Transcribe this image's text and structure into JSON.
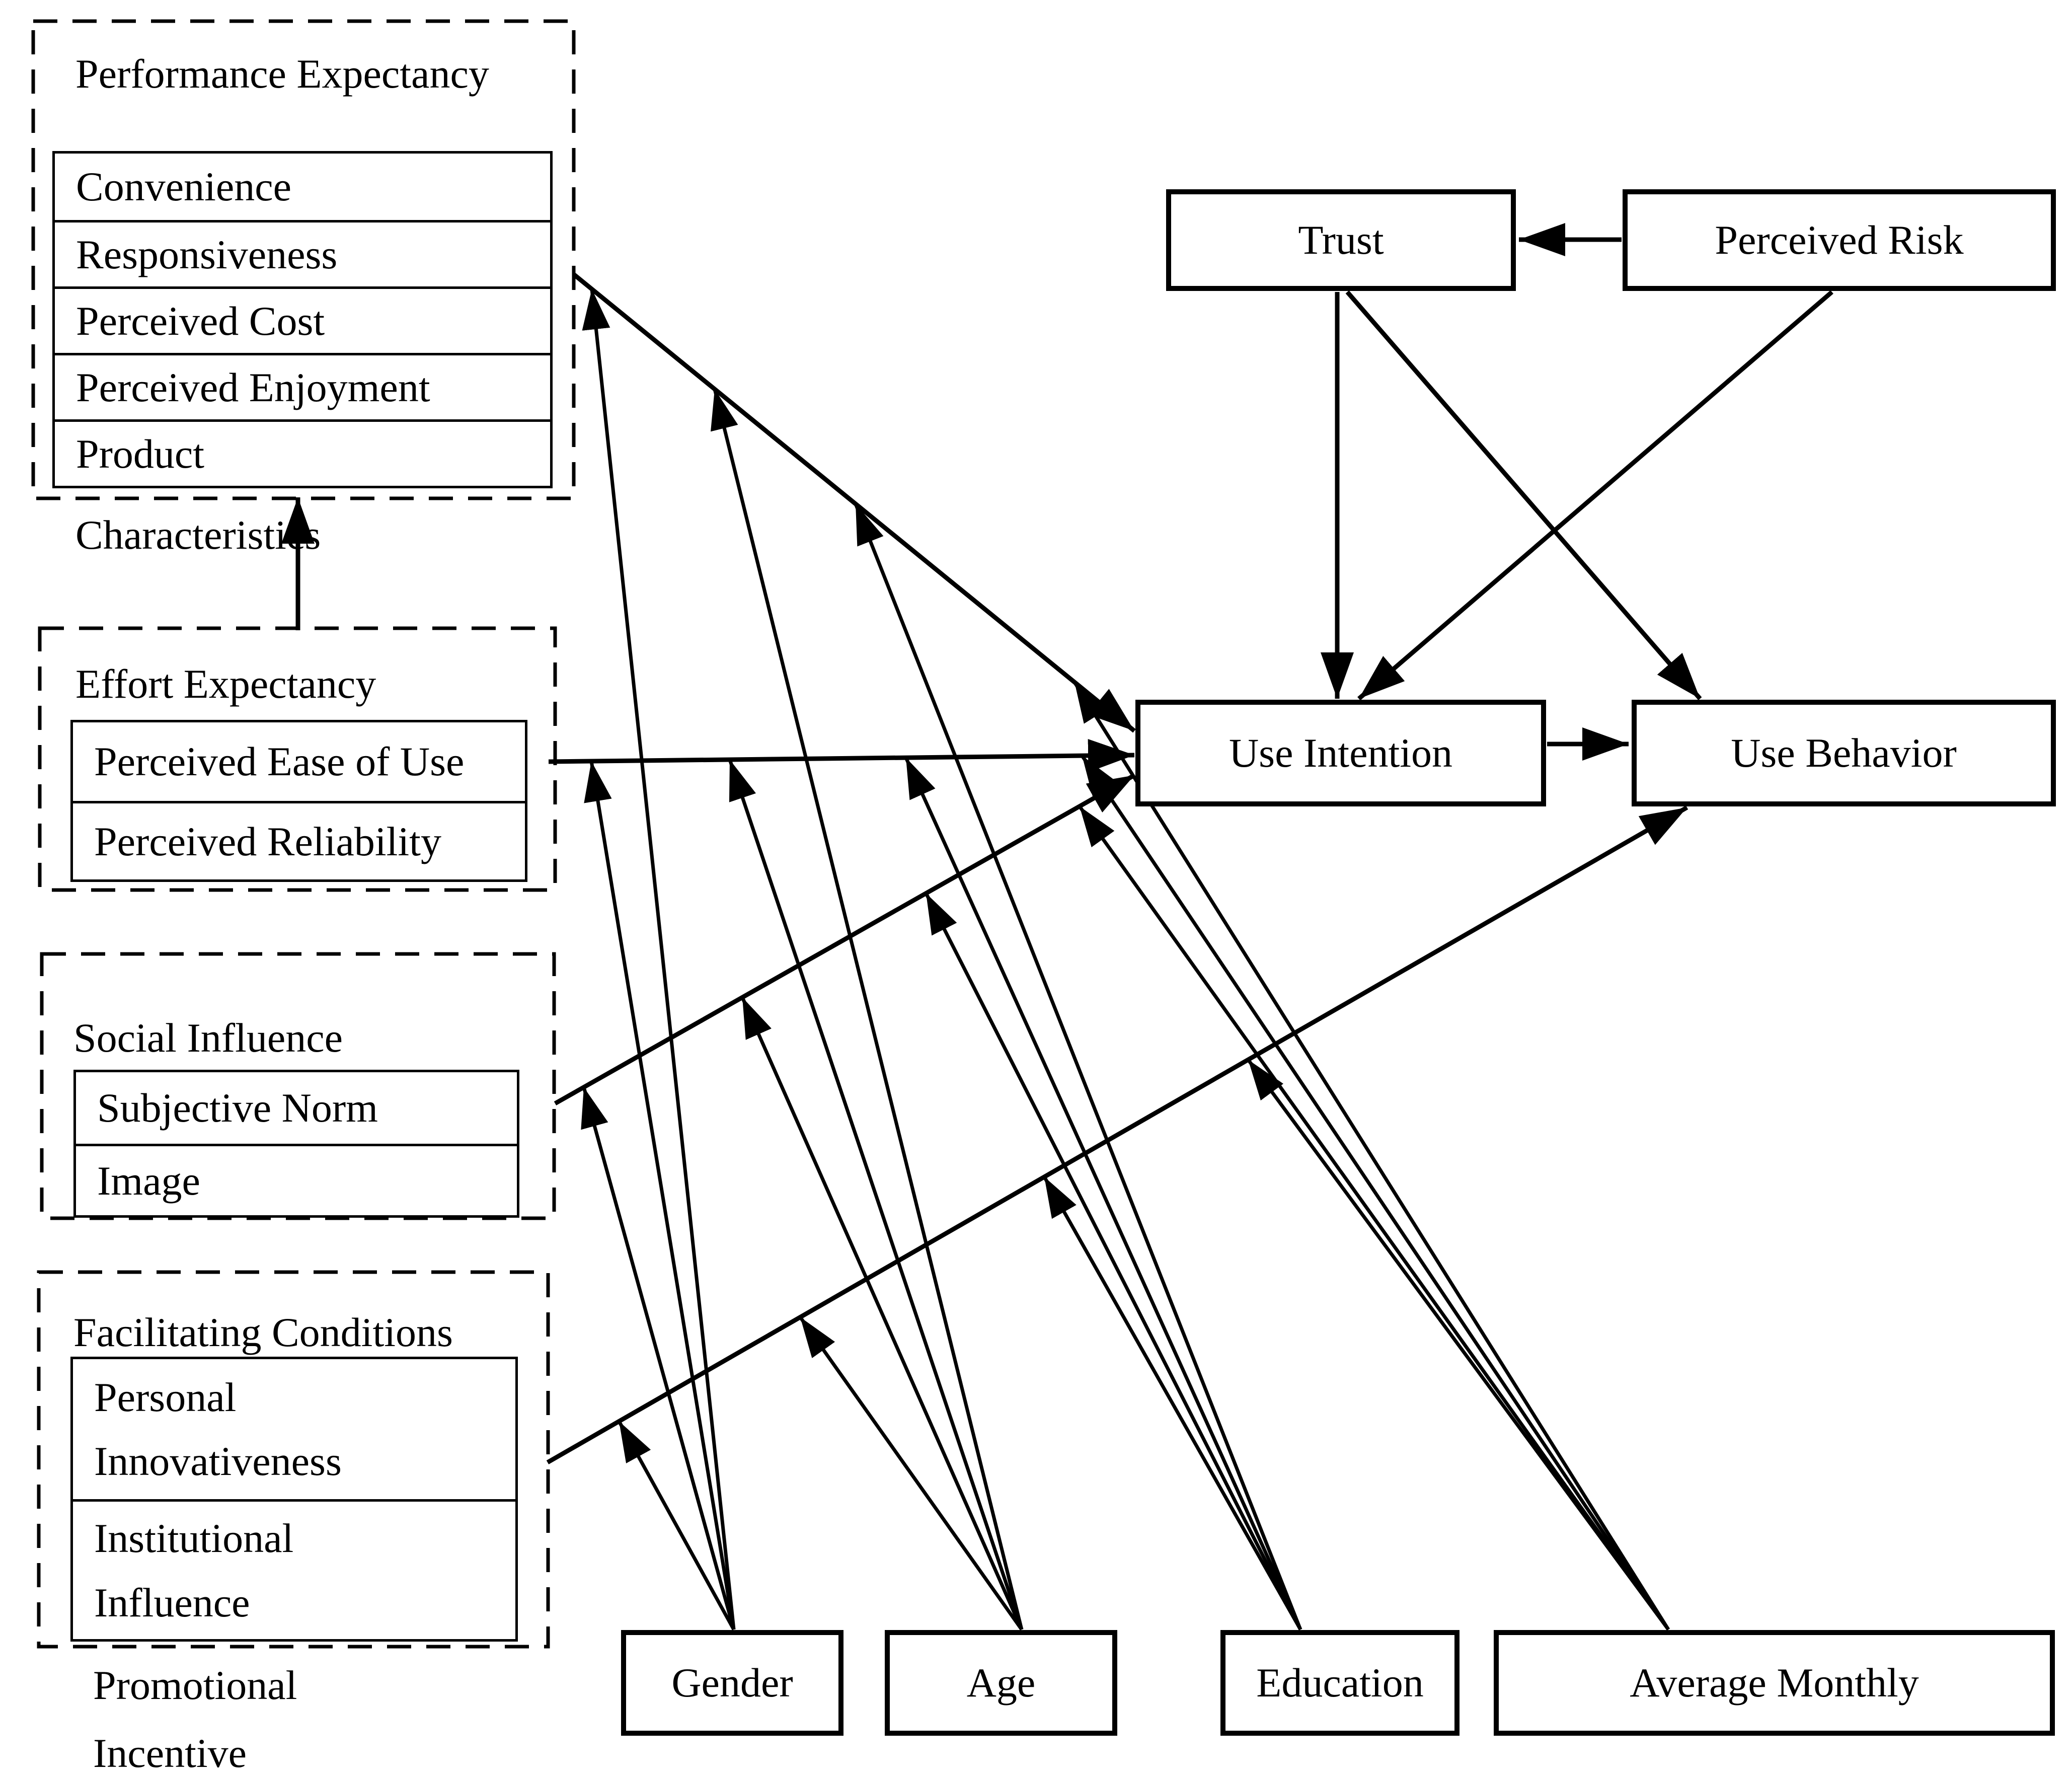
{
  "figure": {
    "background": "#ffffff",
    "line_color": "#000000",
    "groups": {
      "performance_expectancy": {
        "title": "Performance Expectancy",
        "items": [
          "Convenience",
          "Responsiveness",
          "Perceived Cost",
          "Perceived Enjoyment",
          "Product"
        ],
        "overflow_label": "Characteristics"
      },
      "effort_expectancy": {
        "title": "Effort Expectancy",
        "items": [
          "Perceived Ease of Use",
          "Perceived Reliability"
        ]
      },
      "social_influence": {
        "title": "Social Influence",
        "items": [
          "Subjective Norm",
          "Image"
        ]
      },
      "facilitating_conditions": {
        "title": "Facilitating Conditions",
        "items": [
          "Personal\nInnovativeness",
          "Institutional\nInfluence"
        ],
        "overflow_label": "Promotional\nIncentive"
      }
    },
    "boxes": {
      "trust": {
        "label": "Trust"
      },
      "perceived_risk": {
        "label": "Perceived Risk"
      },
      "use_intention": {
        "label": "Use Intention"
      },
      "use_behavior": {
        "label": "Use Behavior"
      },
      "gender": {
        "label": "Gender"
      },
      "age": {
        "label": "Age"
      },
      "education": {
        "label": "Education"
      },
      "average_monthly": {
        "label": "Average Monthly"
      }
    },
    "edges": {
      "main": [
        {
          "id": "pr-trust",
          "from": "perceived_risk",
          "to": "trust"
        },
        {
          "id": "trust-ui",
          "from": "trust",
          "to": "use_intention"
        },
        {
          "id": "pr-ui",
          "from": "perceived_risk",
          "to": "use_intention"
        },
        {
          "id": "trust-ub",
          "from": "trust",
          "to": "use_behavior"
        },
        {
          "id": "ui-ub",
          "from": "use_intention",
          "to": "use_behavior"
        },
        {
          "id": "pe-ui",
          "from": "performance_expectancy",
          "to": "use_intention"
        },
        {
          "id": "ee-ui",
          "from": "effort_expectancy",
          "to": "use_intention"
        },
        {
          "id": "si-ui",
          "from": "social_influence",
          "to": "use_intention"
        },
        {
          "id": "fc-ub",
          "from": "facilitating_conditions",
          "to": "use_behavior"
        },
        {
          "id": "ee-pe",
          "from": "effort_expectancy",
          "to": "performance_expectancy"
        }
      ],
      "moderation": [
        {
          "from": "gender",
          "targets": [
            "pe-ui",
            "ee-ui",
            "si-ui",
            "fc-ub"
          ]
        },
        {
          "from": "age",
          "targets": [
            "pe-ui",
            "ee-ui",
            "si-ui",
            "fc-ub"
          ]
        },
        {
          "from": "education",
          "targets": [
            "pe-ui",
            "ee-ui",
            "si-ui",
            "fc-ub"
          ]
        },
        {
          "from": "average_monthly",
          "targets": [
            "pe-ui",
            "ee-ui",
            "si-ui",
            "fc-ub"
          ]
        }
      ]
    }
  }
}
